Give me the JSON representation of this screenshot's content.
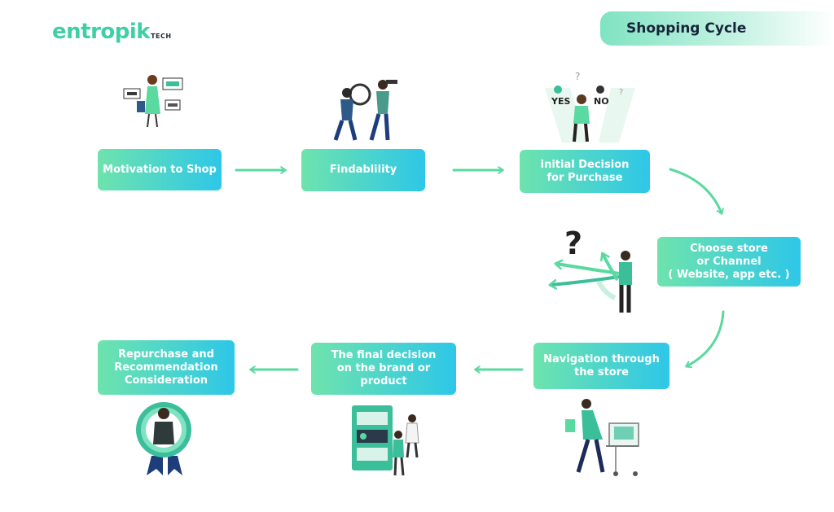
{
  "brand": {
    "name": "entropik",
    "suffix": "TECH"
  },
  "title": "Shopping Cycle",
  "steps": [
    {
      "label": "Motivation to Shop"
    },
    {
      "label": "Findablility"
    },
    {
      "label": "initial Decision\nfor Purchase"
    },
    {
      "label": "Choose store\nor Channel\n( Website, app etc. )"
    },
    {
      "label": "Navigation through\nthe store"
    },
    {
      "label": "The final decision\non the brand or\nproduct"
    },
    {
      "label": "Repurchase and\nRecommendation\nConsideration"
    }
  ],
  "illustrations": {
    "motivation": {
      "icon": "shopper-with-product-cards"
    },
    "findability": {
      "icon": "people-searching-with-magnifier"
    },
    "initial_decision": {
      "icon": "yes-no-thinking-person",
      "yes": "YES",
      "no": "NO"
    },
    "choose_store": {
      "icon": "question-with-crossroad-arrows"
    },
    "navigation": {
      "icon": "shopper-with-cart"
    },
    "final_decision": {
      "icon": "people-choosing-product-screen"
    },
    "repurchase": {
      "icon": "man-with-award-badge"
    }
  },
  "colors": {
    "gradient_start": "#6ee3ad",
    "gradient_end": "#2ec7e8",
    "arrow": "#5ad9a0",
    "title_text": "#17243a",
    "brand": "#3ecfa6"
  }
}
